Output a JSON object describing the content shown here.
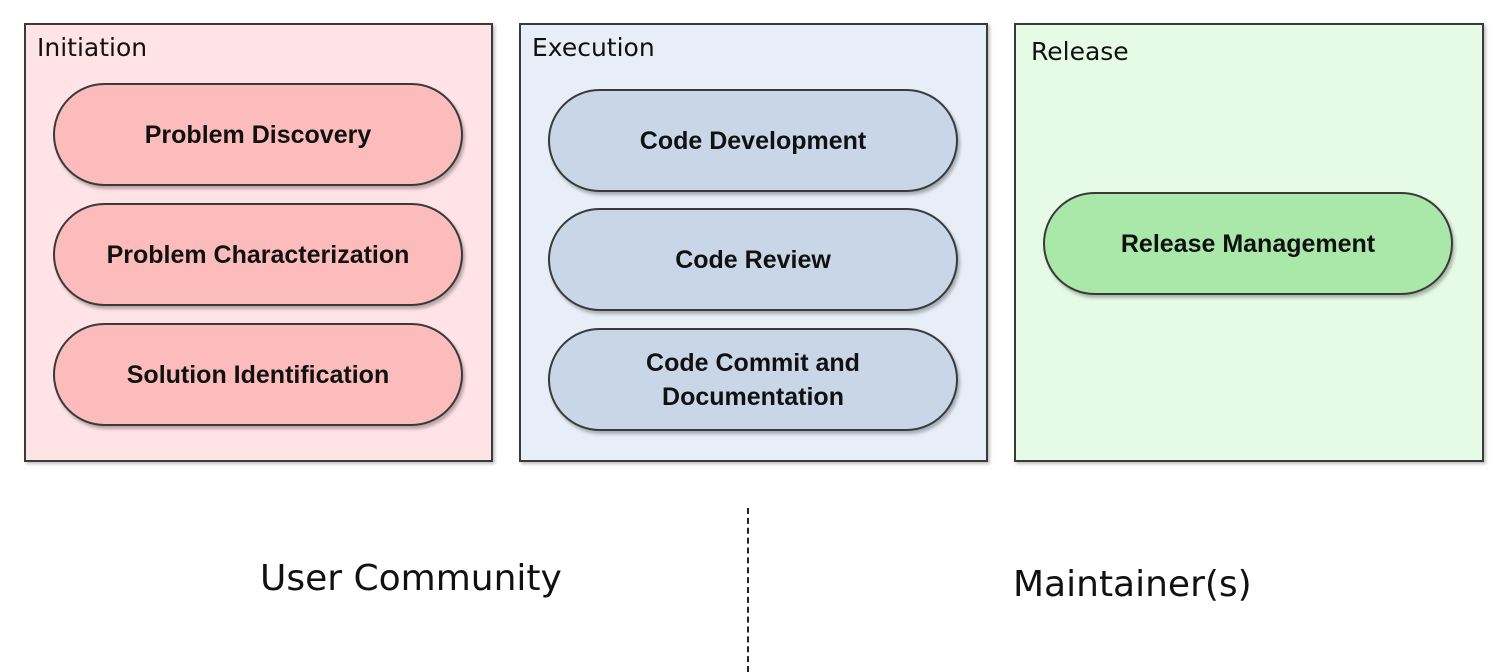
{
  "phases": [
    {
      "title": "Initiation",
      "color": "#ffe3e6",
      "activities": [
        "Problem Discovery",
        "Problem Characterization",
        "Solution Identification"
      ]
    },
    {
      "title": "Execution",
      "color": "#e7eef8",
      "activities": [
        "Code Development",
        "Code Review",
        "Code Commit and Documentation"
      ]
    },
    {
      "title": "Release",
      "color": "#e6fbe6",
      "activities": [
        "Release Management"
      ]
    }
  ],
  "roles": {
    "left": "User Community",
    "right": "Maintainer(s)"
  }
}
